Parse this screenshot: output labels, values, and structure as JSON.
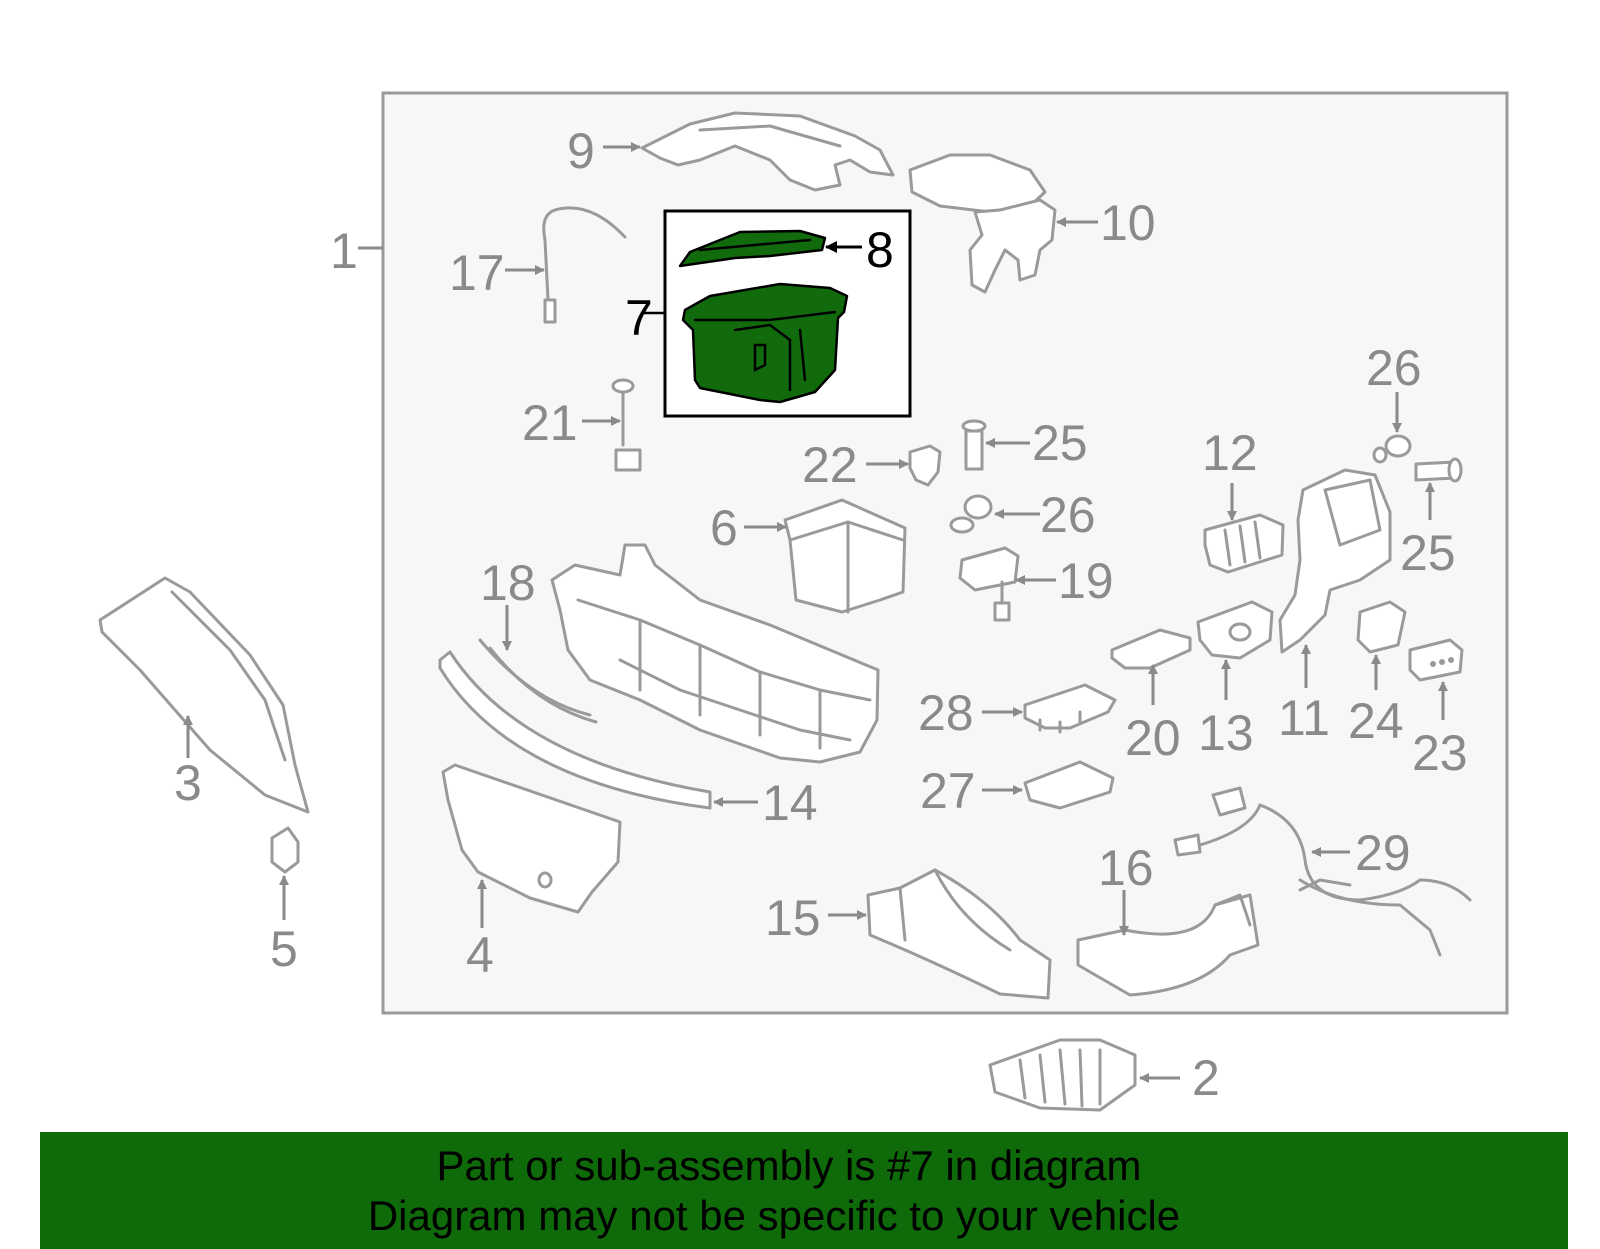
{
  "colors": {
    "highlight_fill": "#116b0c",
    "banner": "#0f6a0a",
    "line_art": "#9a9a9a",
    "callout_text": "#8a8a8a"
  },
  "callouts": {
    "c1": "1",
    "c2": "2",
    "c3": "3",
    "c4": "4",
    "c5": "5",
    "c6": "6",
    "c7": "7",
    "c8": "8",
    "c9": "9",
    "c10": "10",
    "c11": "11",
    "c12": "12",
    "c13": "13",
    "c14": "14",
    "c15": "15",
    "c16": "16",
    "c17": "17",
    "c18": "18",
    "c19": "19",
    "c20": "20",
    "c21": "21",
    "c22": "22",
    "c23": "23",
    "c24": "24",
    "c25a": "25",
    "c25b": "25",
    "c26a": "26",
    "c26b": "26",
    "c27": "27",
    "c28": "28",
    "c29": "29"
  },
  "banner": {
    "line1": "Part or sub-assembly is #7 in diagram",
    "line2": "Diagram may not be specific to your vehicle"
  }
}
